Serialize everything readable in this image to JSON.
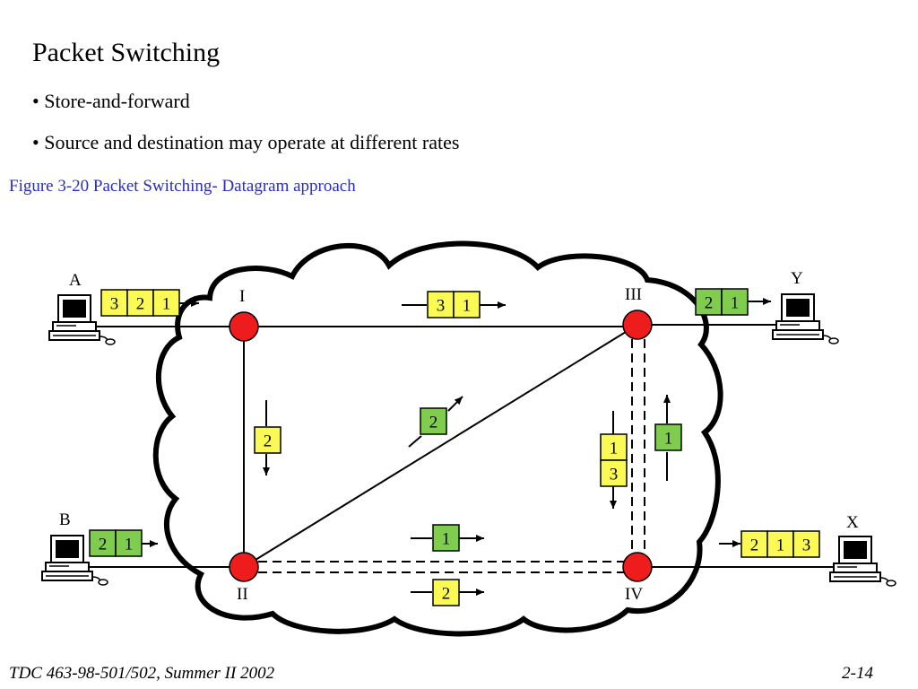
{
  "slide": {
    "title": "Packet Switching",
    "bullets": [
      "• Store-and-forward",
      "• Source and destination may operate at different rates"
    ],
    "caption": "Figure  3-20   Packet Switching- Datagram approach",
    "footer_left": "TDC 463-98-501/502, Summer II 2002",
    "footer_right": "2-14"
  },
  "colors": {
    "caption": "#2a2fb5",
    "node": "#ee1c1c",
    "packet_yellow": "#fbfa55",
    "packet_green": "#7fcc4f"
  },
  "diagram": {
    "hosts": {
      "A": "A",
      "B": "B",
      "X": "X",
      "Y": "Y"
    },
    "nodes": {
      "I": "I",
      "II": "II",
      "III": "III",
      "IV": "IV"
    },
    "queues": {
      "host_a": [
        "3",
        "2",
        "1"
      ],
      "host_b": [
        "2",
        "1"
      ],
      "node_i_to_iii": [
        "3",
        "1"
      ],
      "node_iii_to_y": [
        "2",
        "1"
      ],
      "node_i_to_ii": [
        "2"
      ],
      "node_ii_to_iii": [
        "2"
      ],
      "node_iii_to_iv": [
        "1",
        "3"
      ],
      "node_iv_to_iii": [
        "1"
      ],
      "node_ii_to_iv_upper": [
        "1"
      ],
      "node_ii_to_iv_lower": [
        "2"
      ],
      "node_iv_to_x": [
        "2",
        "1",
        "3"
      ]
    }
  }
}
